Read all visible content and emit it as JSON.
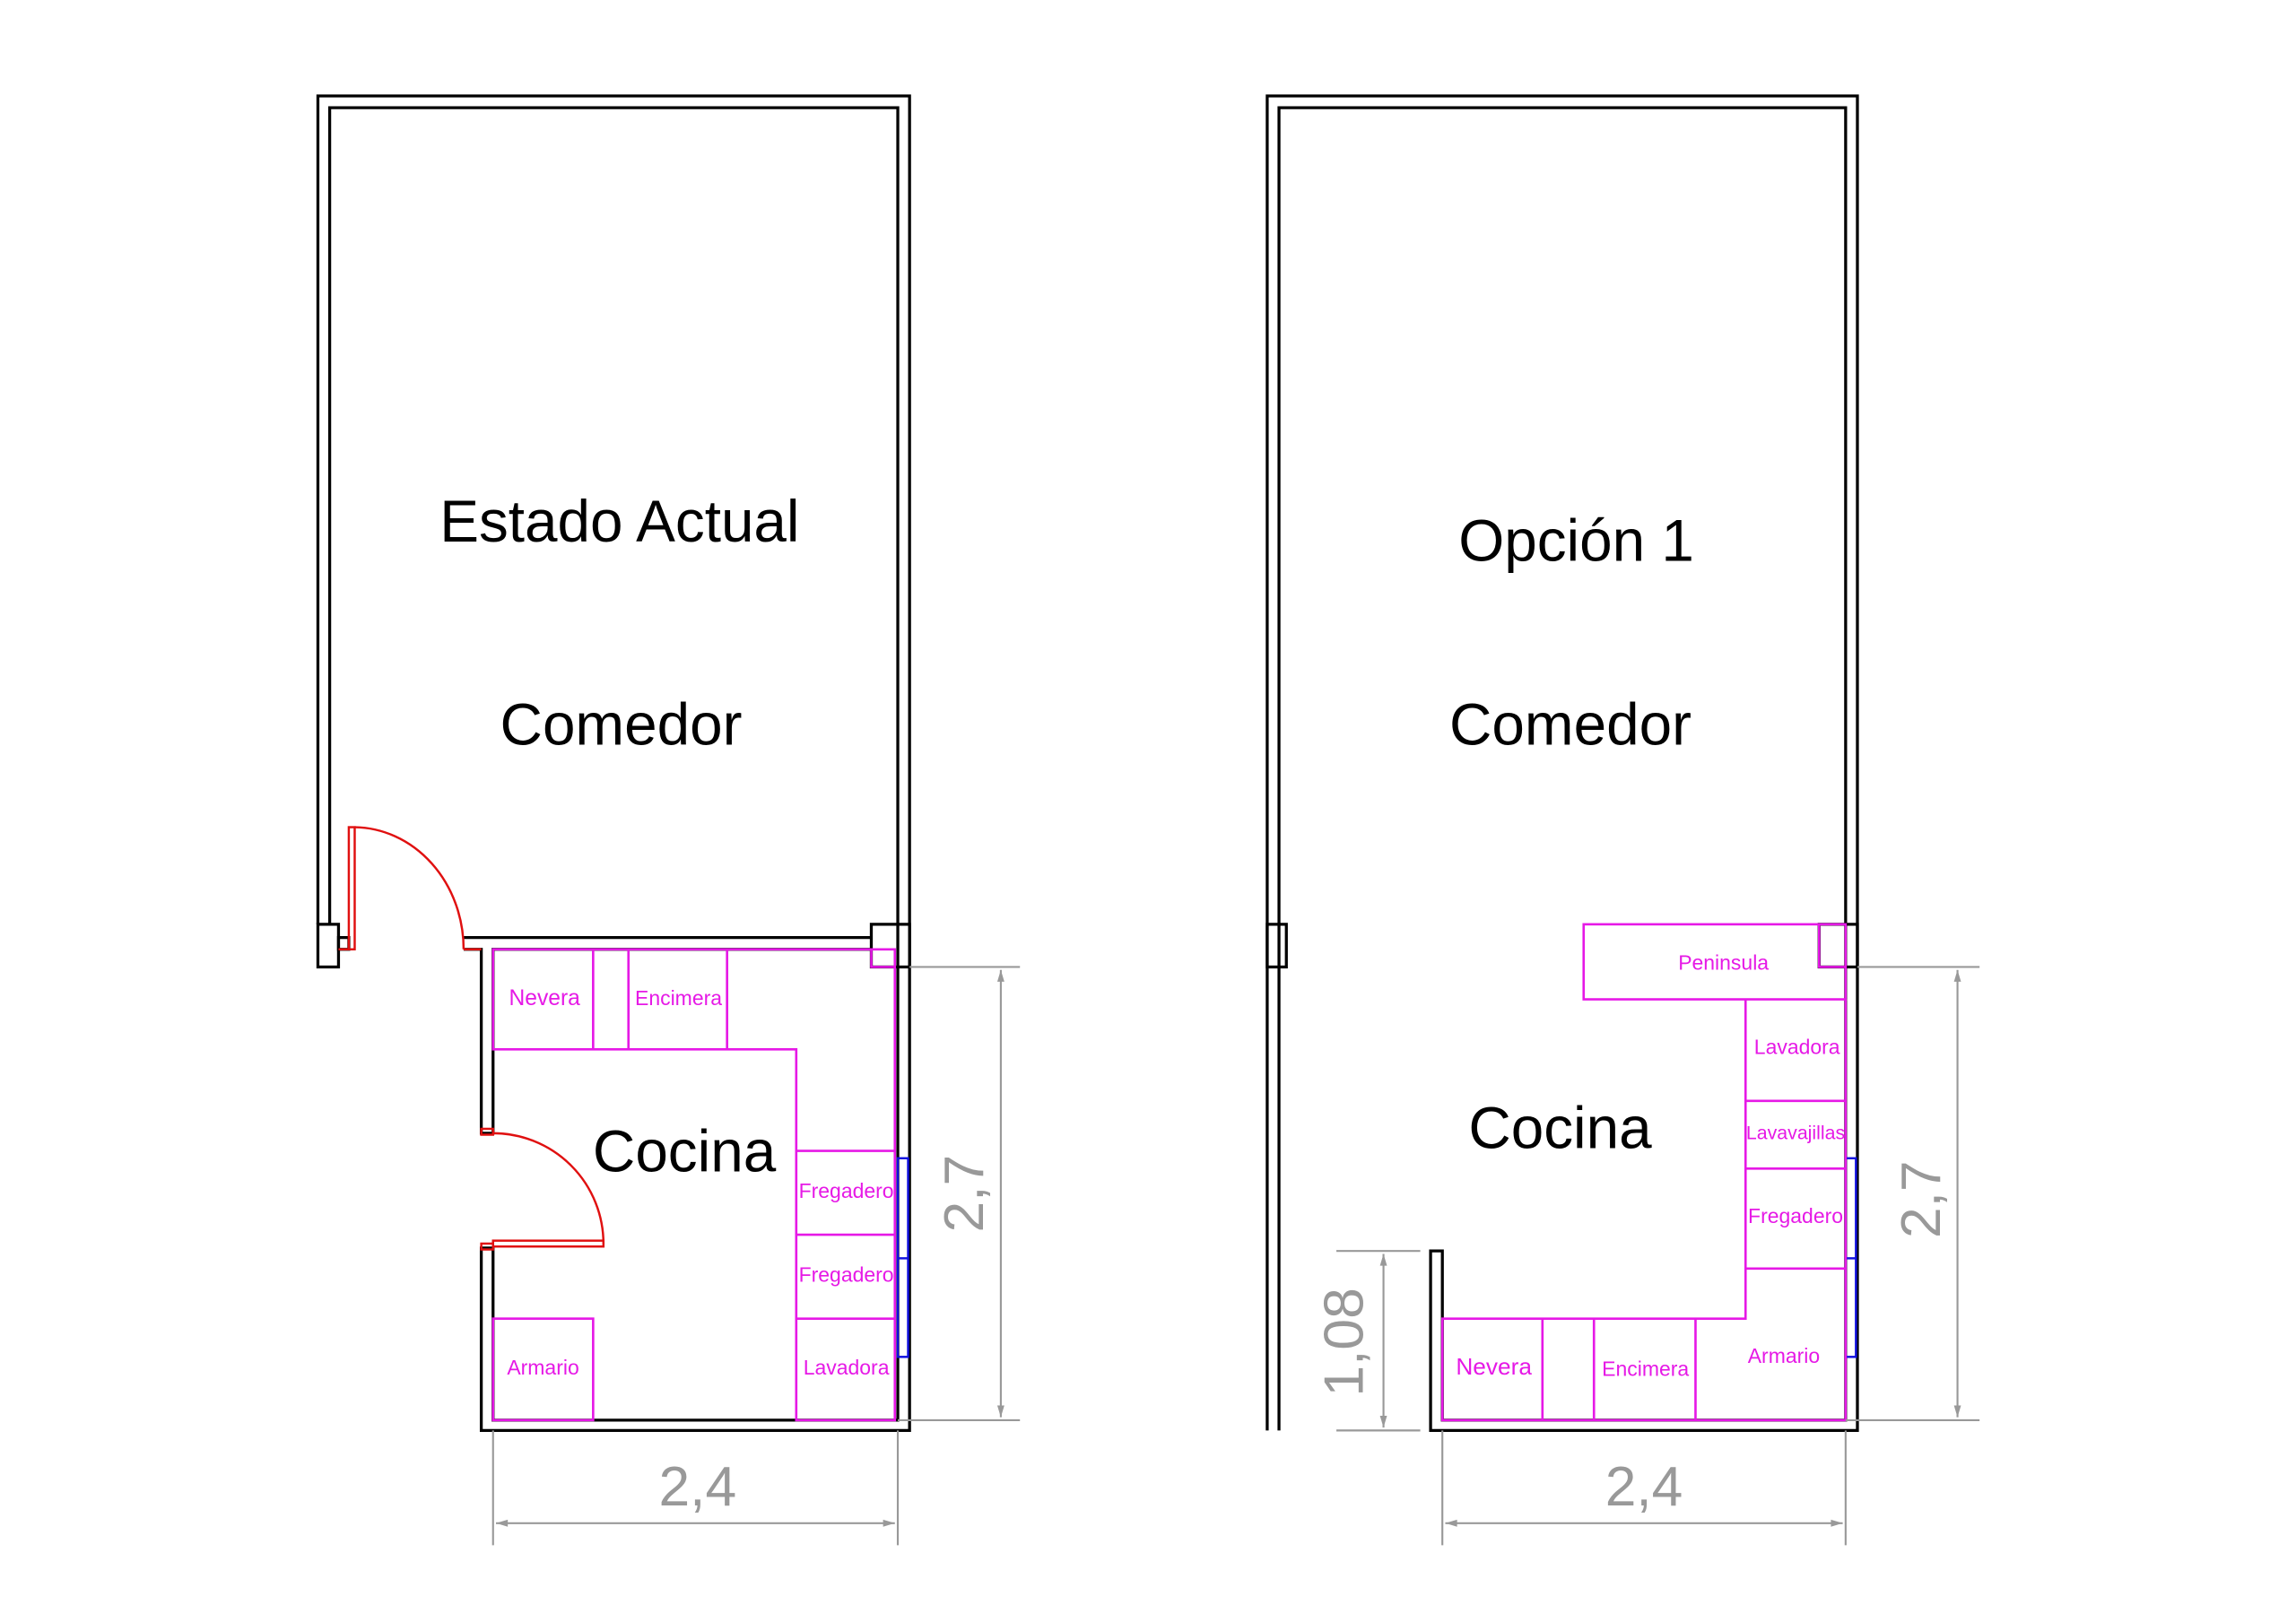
{
  "plans": [
    {
      "title": "Estado Actual",
      "room_top": "Comedor",
      "room_bottom": "Cocina",
      "items": [
        "Nevera",
        "Encimera",
        "Fregadero",
        "Fregadero",
        "Armario",
        "Lavadora"
      ],
      "dim_height": "2,7",
      "dim_width": "2,4"
    },
    {
      "title": "Opción 1",
      "room_top": "Comedor",
      "room_bottom": "Cocina",
      "items": [
        "Peninsula",
        "Lavadora",
        "Lavavajillas",
        "Fregadero",
        "Armario",
        "Nevera",
        "Encimera"
      ],
      "dim_height": "2,7",
      "dim_width": "2,4",
      "dim_wall": "1,08"
    }
  ],
  "colors": {
    "wall": "#000000",
    "furniture": "#e619e6",
    "door": "#e01010",
    "window": "#1010e0",
    "dimension": "#999999"
  }
}
